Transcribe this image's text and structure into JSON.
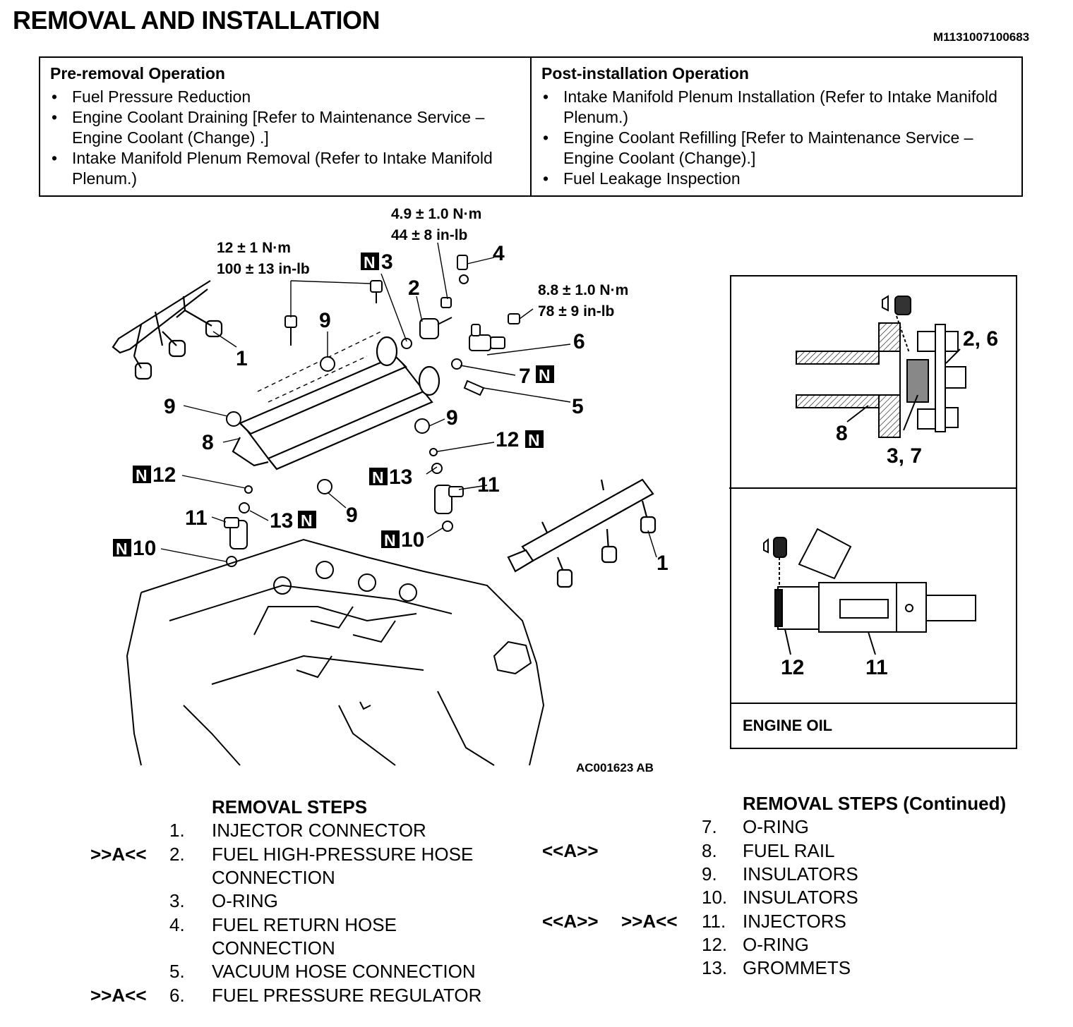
{
  "title": "REMOVAL AND INSTALLATION",
  "doc_id": "M1131007100683",
  "pre_removal": {
    "heading": "Pre-removal Operation",
    "items": [
      "Fuel Pressure Reduction",
      "Engine Coolant Draining [Refer to Maintenance Service – Engine Coolant (Change) .]",
      "Intake Manifold Plenum Removal (Refer to Intake Manifold Plenum.)"
    ]
  },
  "post_installation": {
    "heading": "Post-installation Operation",
    "items": [
      "Intake Manifold Plenum Installation (Refer to Intake Manifold Plenum.)",
      "Engine Coolant Refilling [Refer to Maintenance Service – Engine Coolant (Change).]",
      "Fuel Leakage Inspection"
    ]
  },
  "torque_specs": {
    "t1_nm": "4.9 ± 1.0 N·m",
    "t1_inlb": "44 ± 8 in-lb",
    "t2_nm": "12 ± 1 N·m",
    "t2_inlb": "100 ± 13 in-lb",
    "t3_nm": "8.8 ± 1.0 N·m",
    "t3_inlb": "78 ± 9 in-lb"
  },
  "callouts": {
    "c1": "1",
    "c2": "2",
    "c3": "3",
    "c4": "4",
    "c5": "5",
    "c6": "6",
    "c7": "7",
    "c8": "8",
    "c9": "9",
    "c10": "10",
    "c11": "11",
    "c12": "12",
    "c13": "13",
    "n": "N"
  },
  "detail": {
    "top_labels": {
      "a": "2, 6",
      "b": "8",
      "c": "3, 7"
    },
    "bottom_labels": {
      "a": "12",
      "b": "11"
    },
    "footer": "ENGINE OIL"
  },
  "figure_code": "AC001623 AB",
  "removal_steps": {
    "heading": "REMOVAL STEPS",
    "heading_cont": "REMOVAL STEPS (Continued)",
    "left": [
      {
        "num": "1.",
        "text": "INJECTOR CONNECTOR",
        "pre": "",
        "post": ""
      },
      {
        "num": "2.",
        "text": "FUEL HIGH-PRESSURE HOSE",
        "text2": "CONNECTION",
        "pre": "",
        "post": ">>A<<"
      },
      {
        "num": "3.",
        "text": "O-RING",
        "pre": "",
        "post": ""
      },
      {
        "num": "4.",
        "text": "FUEL RETURN HOSE",
        "text2": "CONNECTION",
        "pre": "",
        "post": ""
      },
      {
        "num": "5.",
        "text": "VACUUM HOSE CONNECTION",
        "pre": "",
        "post": ""
      },
      {
        "num": "6.",
        "text": "FUEL PRESSURE REGULATOR",
        "pre": "",
        "post": ">>A<<"
      }
    ],
    "right": [
      {
        "num": "7.",
        "text": "O-RING",
        "pre": "",
        "post": ""
      },
      {
        "num": "8.",
        "text": "FUEL RAIL",
        "pre": "<<A>>",
        "post": ""
      },
      {
        "num": "9.",
        "text": "INSULATORS",
        "pre": "",
        "post": ""
      },
      {
        "num": "10.",
        "text": "INSULATORS",
        "pre": "",
        "post": ""
      },
      {
        "num": "11.",
        "text": "INJECTORS",
        "pre": "<<A>>",
        "post": ">>A<<"
      },
      {
        "num": "12.",
        "text": "O-RING",
        "pre": "",
        "post": ""
      },
      {
        "num": "13.",
        "text": "GROMMETS",
        "pre": "",
        "post": ""
      }
    ]
  }
}
